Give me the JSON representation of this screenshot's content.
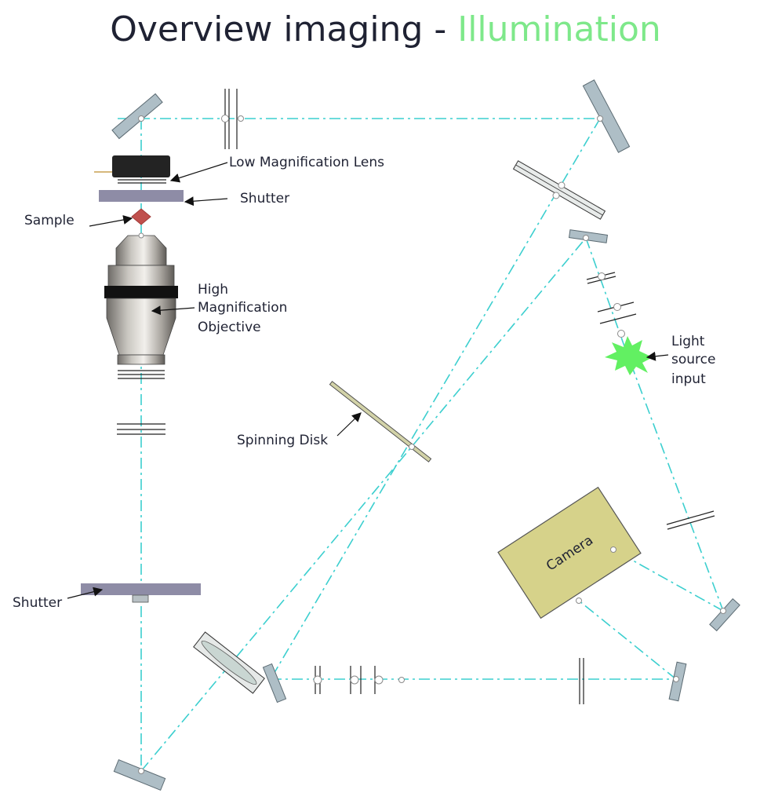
{
  "title": {
    "prefix": "Overview imaging - ",
    "accent": "Illumination"
  },
  "colors": {
    "beam": "#3ccfcf",
    "accent": "#7ee88a",
    "shutter": "#8e8ca6",
    "camera": "#d6d28a",
    "light": "#62f062",
    "sample": "#c0504d"
  },
  "labels": {
    "low_mag_lens": "Low Magnification Lens",
    "shutter_top": "Shutter",
    "sample": "Sample",
    "objective_1": "High",
    "objective_2": "Magnification",
    "objective_3": "Objective",
    "light_1": "Light",
    "light_2": "source",
    "light_3": "input",
    "spinning_disk": "Spinning Disk",
    "camera": "Camera",
    "shutter_bottom": "Shutter"
  }
}
